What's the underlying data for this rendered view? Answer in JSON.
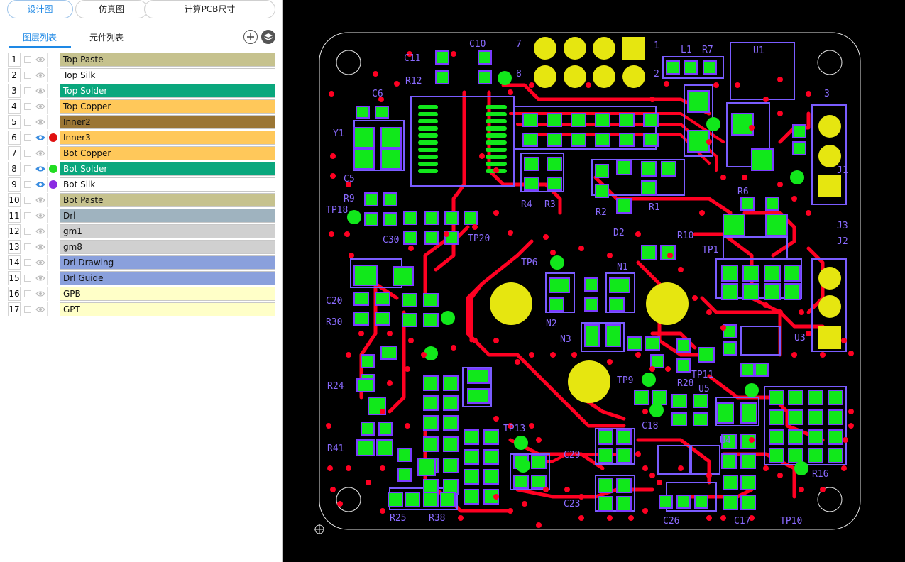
{
  "view_tabs": [
    {
      "label": "设计图",
      "active": true
    },
    {
      "label": "仿真图",
      "active": false
    },
    {
      "label": "计算PCB尺寸",
      "active": false
    }
  ],
  "list_tabs": [
    {
      "label": "图层列表",
      "active": true
    },
    {
      "label": "元件列表",
      "active": false
    }
  ],
  "panel_buttons": [
    {
      "icon": "plus-circle-icon"
    },
    {
      "icon": "layers-icon"
    }
  ],
  "layers": [
    {
      "num": "1",
      "name": "Top Paste",
      "color": "#c6c28e",
      "text_color": "#111",
      "visible": false,
      "dot": null
    },
    {
      "num": "2",
      "name": "Top Silk",
      "color": "#ffffff",
      "text_color": "#111",
      "visible": false,
      "dot": null
    },
    {
      "num": "3",
      "name": "Top Solder",
      "color": "#0aa77d",
      "text_color": "#fff",
      "visible": false,
      "dot": null
    },
    {
      "num": "4",
      "name": "Top Copper",
      "color": "#ffc85a",
      "text_color": "#111",
      "visible": false,
      "dot": null
    },
    {
      "num": "5",
      "name": "Inner2",
      "color": "#9b7635",
      "text_color": "#111",
      "visible": false,
      "dot": null
    },
    {
      "num": "6",
      "name": "Inner3",
      "color": "#ffc85a",
      "text_color": "#111",
      "visible": true,
      "dot": "#e01010"
    },
    {
      "num": "7",
      "name": "Bot Copper",
      "color": "#ffc85a",
      "text_color": "#111",
      "visible": false,
      "dot": null
    },
    {
      "num": "8",
      "name": "Bot Solder",
      "color": "#0aa77d",
      "text_color": "#fff",
      "visible": true,
      "dot": "#22dd22"
    },
    {
      "num": "9",
      "name": "Bot Silk",
      "color": "#ffffff",
      "text_color": "#111",
      "visible": true,
      "dot": "#8a2be2"
    },
    {
      "num": "10",
      "name": "Bot Paste",
      "color": "#c6c28e",
      "text_color": "#111",
      "visible": false,
      "dot": null
    },
    {
      "num": "11",
      "name": "Drl",
      "color": "#9fb3bf",
      "text_color": "#111",
      "visible": false,
      "dot": null
    },
    {
      "num": "12",
      "name": "gm1",
      "color": "#d0d0d0",
      "text_color": "#111",
      "visible": false,
      "dot": null
    },
    {
      "num": "13",
      "name": "gm8",
      "color": "#d0d0d0",
      "text_color": "#111",
      "visible": false,
      "dot": null
    },
    {
      "num": "14",
      "name": "Drl Drawing",
      "color": "#8aa0dc",
      "text_color": "#111",
      "visible": false,
      "dot": null
    },
    {
      "num": "15",
      "name": "Drl Guide",
      "color": "#8aa0dc",
      "text_color": "#111",
      "visible": false,
      "dot": null
    },
    {
      "num": "16",
      "name": "GPB",
      "color": "#ffffc8",
      "text_color": "#111",
      "visible": false,
      "dot": null
    },
    {
      "num": "17",
      "name": "GPT",
      "color": "#ffffc8",
      "text_color": "#111",
      "visible": false,
      "dot": null
    }
  ],
  "pcb_labels": {
    "u1": "U1",
    "u3": "U3",
    "u4": "U4",
    "u5": "U5",
    "y1": "Y1",
    "c5": "C5",
    "c6": "C6",
    "c10": "C10",
    "c11": "C11",
    "c17": "C17",
    "c18": "C18",
    "c20": "C20",
    "c23": "C23",
    "c26": "C26",
    "c29": "C29",
    "c30": "C30",
    "r1": "R1",
    "r2": "R2",
    "r3": "R3",
    "r4": "R4",
    "r6": "R6",
    "r7": "R7",
    "r9": "R9",
    "r10": "R10",
    "r12": "R12",
    "r16": "R16",
    "r24": "R24",
    "r25": "R25",
    "r28": "R28",
    "r30": "R30",
    "r38": "R38",
    "r41": "R41",
    "tp1": "TP1",
    "tp6": "TP6",
    "tp9": "TP9",
    "tp10": "TP10",
    "tp11": "TP11",
    "tp13": "TP13",
    "tp18": "TP18",
    "tp20": "TP20",
    "j1": "J1",
    "j2": "J2",
    "j3": "J3",
    "n1": "N1",
    "n2": "N2",
    "n3": "N3",
    "d2": "D2",
    "l1": "L1",
    "pin1": "1",
    "pin2": "2",
    "pin3": "3",
    "pin7": "7",
    "pin8": "8"
  }
}
